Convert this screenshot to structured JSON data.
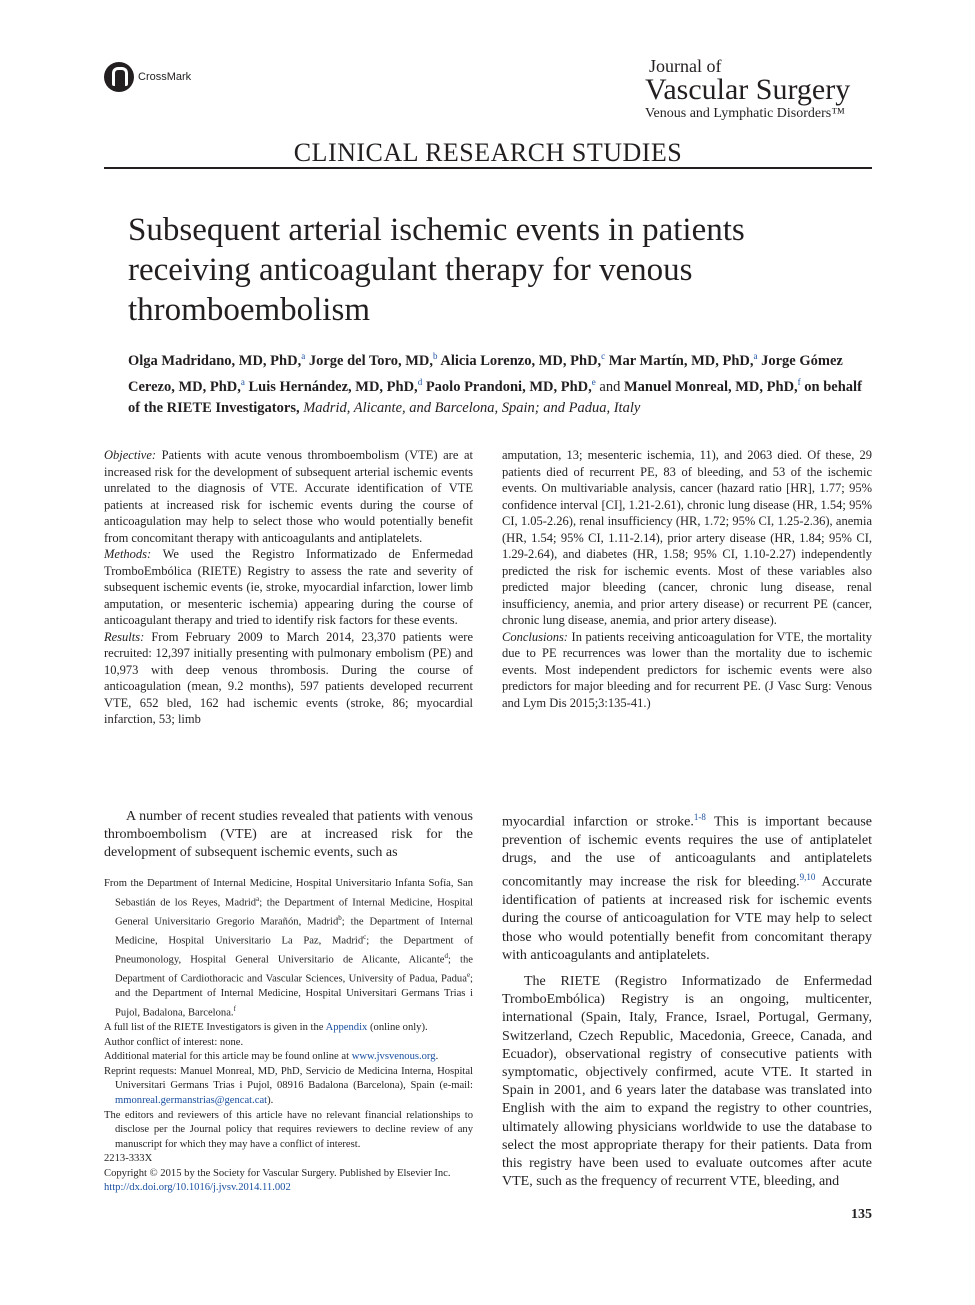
{
  "header": {
    "crossmark": "CrossMark",
    "journal_line1": "Journal of",
    "journal_line2": "Vascular Surgery",
    "journal_line3": "Venous and Lymphatic Disorders™",
    "section": "CLINICAL RESEARCH STUDIES"
  },
  "article": {
    "title": "Subsequent arterial ischemic events in patients receiving anticoagulant therapy for venous thromboembolism",
    "authors": [
      {
        "name": "Olga Madridano, MD, PhD,",
        "sup": "a"
      },
      {
        "name": "Jorge del Toro, MD,",
        "sup": "b"
      },
      {
        "name": "Alicia Lorenzo, MD, PhD,",
        "sup": "c"
      },
      {
        "name": "Mar Martín, MD, PhD,",
        "sup": "a"
      },
      {
        "name": "Jorge Gómez Cerezo, MD, PhD,",
        "sup": "a"
      },
      {
        "name": "Luis Hernández, MD, PhD,",
        "sup": "d"
      },
      {
        "name": "Paolo Prandoni, MD, PhD,",
        "sup": "e"
      },
      {
        "name": "Manuel Monreal, MD, PhD,",
        "sup": "f"
      }
    ],
    "and_word": "and",
    "on_behalf": "on behalf of the RIETE Investigators,",
    "locations": "Madrid, Alicante, and Barcelona, Spain; and Padua, Italy"
  },
  "abstract": {
    "objective_label": "Objective:",
    "objective": "Patients with acute venous thromboembolism (VTE) are at increased risk for the development of subsequent arterial ischemic events unrelated to the diagnosis of VTE. Accurate identification of VTE patients at increased risk for ischemic events during the course of anticoagulation may help to select those who would potentially benefit from concomitant therapy with anticoagulants and antiplatelets.",
    "methods_label": "Methods:",
    "methods": "We used the Registro Informatizado de Enfermedad TromboEmbólica (RIETE) Registry to assess the rate and severity of subsequent ischemic events (ie, stroke, myocardial infarction, lower limb amputation, or mesenteric ischemia) appearing during the course of anticoagulant therapy and tried to identify risk factors for these events.",
    "results_label": "Results:",
    "results_left": "From February 2009 to March 2014, 23,370 patients were recruited: 12,397 initially presenting with pulmonary embolism (PE) and 10,973 with deep venous thrombosis. During the course of anticoagulation (mean, 9.2 months), 597 patients developed recurrent VTE, 652 bled, 162 had ischemic events (stroke, 86; myocardial infarction, 53; limb",
    "results_right": "amputation, 13; mesenteric ischemia, 11), and 2063 died. Of these, 29 patients died of recurrent PE, 83 of bleeding, and 53 of the ischemic events. On multivariable analysis, cancer (hazard ratio [HR], 1.77; 95% confidence interval [CI], 1.21-2.61), chronic lung disease (HR, 1.54; 95% CI, 1.05-2.26), renal insufficiency (HR, 1.72; 95% CI, 1.25-2.36), anemia (HR, 1.54; 95% CI, 1.11-2.14), prior artery disease (HR, 1.84; 95% CI, 1.29-2.64), and diabetes (HR, 1.58; 95% CI, 1.10-2.27) independently predicted the risk for ischemic events. Most of these variables also predicted major bleeding (cancer, chronic lung disease, renal insufficiency, anemia, and prior artery disease) or recurrent PE (cancer, chronic lung disease, anemia, and prior artery disease).",
    "conclusions_label": "Conclusions:",
    "conclusions": "In patients receiving anticoagulation for VTE, the mortality due to PE recurrences was lower than the mortality due to ischemic events. Most independent predictors for ischemic events were also predictors for major bleeding and for recurrent PE. (J Vasc Surg: Venous and Lym Dis 2015;3:135-41.)"
  },
  "body": {
    "left_para": "A number of recent studies revealed that patients with venous thromboembolism (VTE) are at increased risk for the development of subsequent ischemic events, such as",
    "right_p1_a": "myocardial infarction or stroke.",
    "right_p1_ref1": "1-8",
    "right_p1_b": " This is important because prevention of ischemic events requires the use of antiplatelet drugs, and the use of anticoagulants and antiplatelets concomitantly may increase the risk for bleeding.",
    "right_p1_ref2": "9,10",
    "right_p1_c": " Accurate identification of patients at increased risk for ischemic events during the course of anticoagulation for VTE may help to select those who would potentially benefit from concomitant therapy with anticoagulants and antiplatelets.",
    "right_p2": "The RIETE (Registro Informatizado de Enfermedad TromboEmbólica) Registry is an ongoing, multicenter, international (Spain, Italy, France, Israel, Portugal, Germany, Switzerland, Czech Republic, Macedonia, Greece, Canada, and Ecuador), observational registry of consecutive patients with symptomatic, objectively confirmed, acute VTE. It started in Spain in 2001, and 6 years later the database was translated into English with the aim to expand the registry to other countries, ultimately allowing physicians worldwide to use the database to select the most appropriate therapy for their patients. Data from this registry have been used to evaluate outcomes after acute VTE, such as the frequency of recurrent VTE, bleeding, and"
  },
  "footnotes": {
    "from_a": "From the Department of Internal Medicine, Hospital Universitario Infanta Sofía, San Sebastián de los Reyes, Madrid",
    "from_b": "; the Department of Internal Medicine, Hospital General Universitario Gregorio Marañón, Madrid",
    "from_c": "; the Department of Internal Medicine, Hospital Universitario La Paz, Madrid",
    "from_d": "; the Department of Pneumonology, Hospital General Universitario de Alicante, Alicante",
    "from_e": "; the Department of Cardiothoracic and Vascular Sciences, University of Padua, Padua",
    "from_f": "; and the Department of Internal Medicine, Hospital Universitari Germans Trias i Pujol, Badalona, Barcelona.",
    "sup_a": "a",
    "sup_b": "b",
    "sup_c": "c",
    "sup_d": "d",
    "sup_e": "e",
    "sup_f": "f",
    "riete_a": "A full list of the RIETE Investigators is given in the ",
    "riete_link": "Appendix",
    "riete_b": " (online only).",
    "conflict": "Author conflict of interest: none.",
    "additional_a": "Additional material for this article may be found online at ",
    "additional_link": "www.jvsvenous.org",
    "additional_b": ".",
    "reprint_a": "Reprint requests: Manuel Monreal, MD, PhD, Servicio de Medicina Interna, Hospital Universitari Germans Trias i Pujol, 08916 Badalona (Barcelona), Spain (e-mail: ",
    "reprint_email": "mmonreal.germanstrias@gencat.cat",
    "reprint_b": ").",
    "editors": "The editors and reviewers of this article have no relevant financial relationships to disclose per the Journal policy that requires reviewers to decline review of any manuscript for which they may have a conflict of interest.",
    "issn": "2213-333X",
    "copyright": "Copyright © 2015 by the Society for Vascular Surgery. Published by Elsevier Inc.",
    "doi": "http://dx.doi.org/10.1016/j.jvsv.2014.11.002"
  },
  "page_number": "135"
}
